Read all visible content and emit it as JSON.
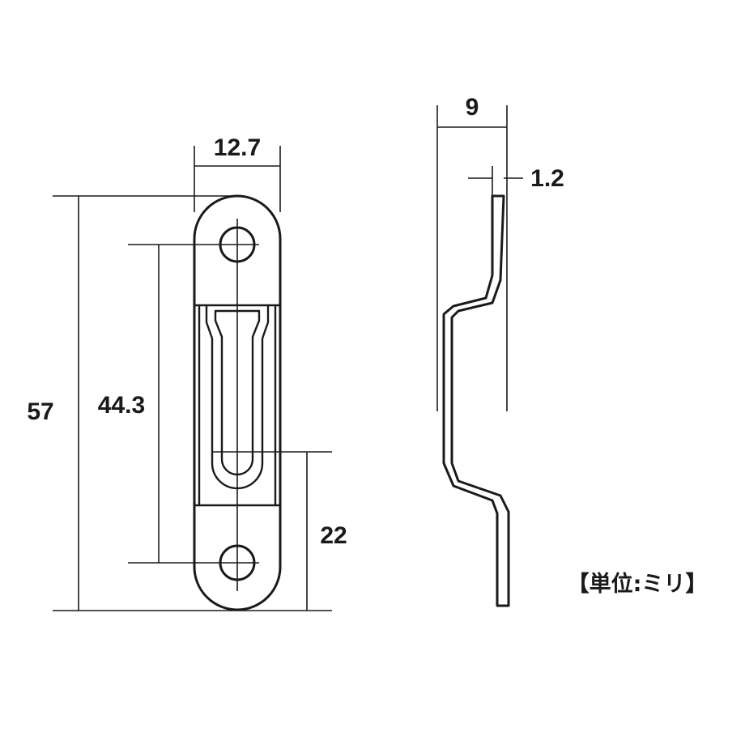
{
  "dimensions": {
    "width": "12.7",
    "height_total": "57",
    "hole_pitch": "44.3",
    "lower_height": "22",
    "side_depth": "9",
    "thickness": "1.2"
  },
  "unit_label": "【単位:ミリ】"
}
